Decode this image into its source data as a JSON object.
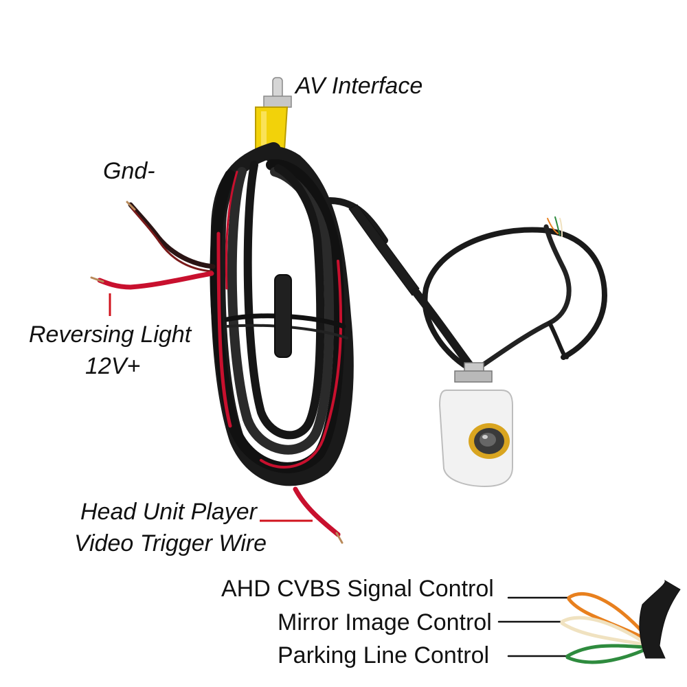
{
  "labels": {
    "av_interface": "AV Interface",
    "gnd": "Gnd-",
    "reversing_light_line1": "Reversing Light",
    "reversing_light_line2": "12V+",
    "head_unit_line1": "Head Unit Player",
    "head_unit_line2": "Video Trigger Wire",
    "ahd_cvbs": "AHD CVBS Signal Control",
    "mirror_image": "Mirror Image Control",
    "parking_line": "Parking Line Control"
  },
  "colors": {
    "cable": "#1a1a1a",
    "red_wire": "#c8102e",
    "rca_yellow": "#f2d20a",
    "camera_body": "#f2f2f2",
    "lens_ring": "#d9a520",
    "wire_orange": "#e8801e",
    "wire_cream": "#f0e2c0",
    "wire_green": "#2e8b3e",
    "annotation_red": "#d0141e"
  }
}
